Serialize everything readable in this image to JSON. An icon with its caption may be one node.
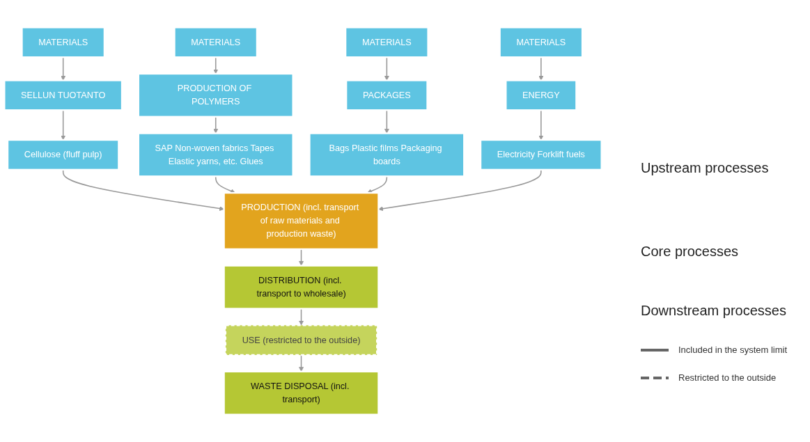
{
  "diagram": {
    "nodes": [
      {
        "text": [
          "MATERIALS"
        ]
      },
      {
        "text": [
          "MATERIALS"
        ]
      },
      {
        "text": [
          "MATERIALS"
        ]
      },
      {
        "text": [
          "MATERIALS"
        ]
      },
      {
        "text": [
          "SELLUN TUOTANTO"
        ]
      },
      {
        "text": [
          "PRODUCTION OF POLYMERS"
        ]
      },
      {
        "text": [
          "PACKAGES"
        ]
      },
      {
        "text": [
          "ENERGY"
        ]
      },
      {
        "text": [
          "Cellulose (fluff pulp)"
        ]
      },
      {
        "text": [
          "SAP Non-woven fabrics Tapes Elastic yarns, etc. Glues"
        ]
      },
      {
        "text": [
          "Bags Plastic films Packaging boards"
        ]
      },
      {
        "text": [
          "Electricity Forklift fuels"
        ]
      },
      {
        "text": [
          "PRODUCTION (incl. transport of raw materials and production waste)"
        ]
      },
      {
        "text": [
          "DISTRIBUTION (incl. transport to wholesale)"
        ]
      },
      {
        "text": [
          "USE (restricted to the outside)"
        ]
      },
      {
        "text": [
          "WASTE DISPOSAL (incl. transport)"
        ]
      }
    ],
    "edges": [
      {
        "from": 0,
        "to": 4,
        "arrow": "to"
      },
      {
        "from": 1,
        "to": 5,
        "arrow": "to"
      },
      {
        "from": 2,
        "to": 6,
        "arrow": "to"
      },
      {
        "from": 3,
        "to": 7,
        "arrow": "to"
      },
      {
        "from": 4,
        "to": 8,
        "arrow": "to"
      },
      {
        "from": 5,
        "to": 9,
        "arrow": "to"
      },
      {
        "from": 6,
        "to": 10,
        "arrow": "to"
      },
      {
        "from": 7,
        "to": 11,
        "arrow": "to"
      },
      {
        "from": 8,
        "to": 12,
        "arrow": "to"
      },
      {
        "from": 9,
        "to": 12,
        "arrow": "to"
      },
      {
        "from": 10,
        "to": 12,
        "arrow": "to"
      },
      {
        "from": 11,
        "to": 12,
        "arrow": "to"
      },
      {
        "from": 12,
        "to": 13,
        "arrow": "to"
      },
      {
        "from": 13,
        "to": 14,
        "arrow": "to"
      },
      {
        "from": 14,
        "to": 15,
        "arrow": "to"
      }
    ],
    "labels": [
      "Upstream processes",
      "Core processes",
      "Downstream processes"
    ],
    "legend": [
      {
        "text": "Included in the system limit"
      },
      {
        "text": "Restricted to the outside"
      }
    ]
  }
}
